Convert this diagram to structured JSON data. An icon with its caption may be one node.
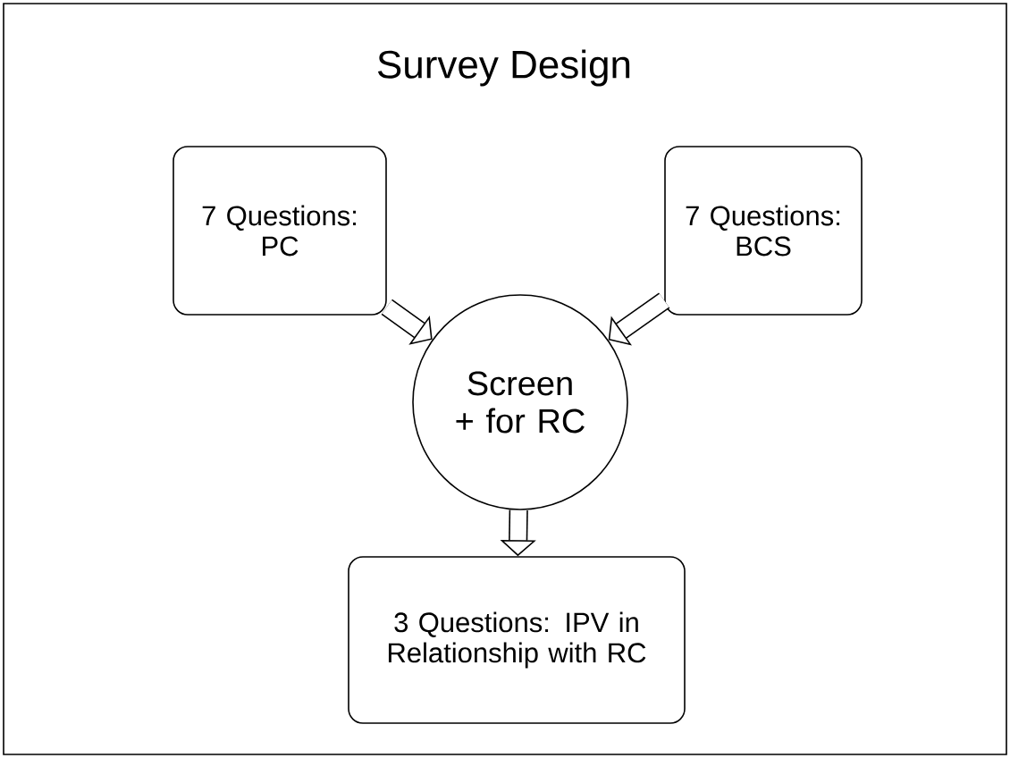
{
  "diagram": {
    "title": "Survey Design",
    "nodes": [
      {
        "text": [
          "7 Questions: PC"
        ]
      },
      {
        "text": [
          "7 Questions: BCS"
        ]
      },
      {
        "text": [
          "Screen + for RC"
        ]
      },
      {
        "text": [
          "3 Questions: IPV in Relationship with RC"
        ]
      }
    ],
    "edges": [
      {
        "from": 0,
        "to": 2,
        "arrow": "to"
      },
      {
        "from": 1,
        "to": 2,
        "arrow": "to"
      },
      {
        "from": 2,
        "to": 3,
        "arrow": "to"
      }
    ]
  }
}
